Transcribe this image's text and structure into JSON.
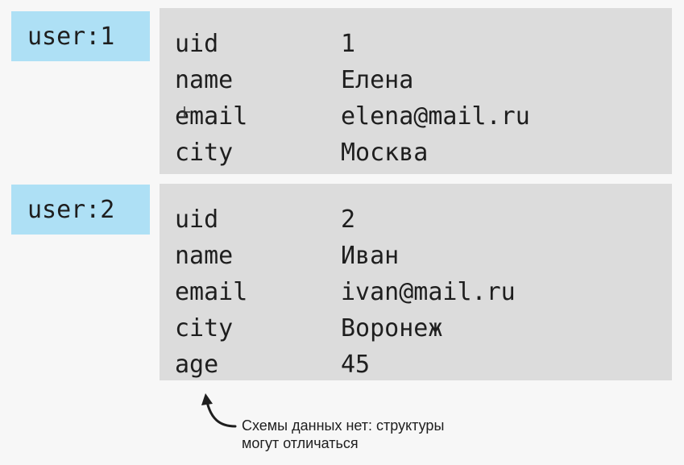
{
  "records": [
    {
      "key": "user:1",
      "fields": [
        {
          "name": "uid",
          "value": "1"
        },
        {
          "name": "name",
          "value": "Елена"
        },
        {
          "name": "email",
          "value": "elena@mail.ru"
        },
        {
          "name": "city",
          "value": "Москва"
        }
      ]
    },
    {
      "key": "user:2",
      "fields": [
        {
          "name": "uid",
          "value": "2"
        },
        {
          "name": "name",
          "value": "Иван"
        },
        {
          "name": "email",
          "value": "ivan@mail.ru"
        },
        {
          "name": "city",
          "value": "Воронеж"
        },
        {
          "name": "age",
          "value": "45"
        }
      ]
    }
  ],
  "annotation": {
    "line1": "Схемы данных нет: структуры",
    "line2": "могут отличаться"
  },
  "colors": {
    "key_bg": "#aee0f5",
    "record_bg": "#dcdcdc",
    "text": "#1e1e1e"
  }
}
